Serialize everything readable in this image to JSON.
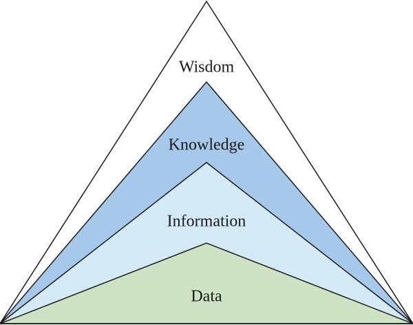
{
  "diagram": {
    "layers": [
      {
        "label": "Wisdom",
        "fill": "#ffffff"
      },
      {
        "label": "Knowledge",
        "fill": "#a6c8ea"
      },
      {
        "label": "Information",
        "fill": "#d4ebf7"
      },
      {
        "label": "Data",
        "fill": "#cde3c3"
      }
    ],
    "stroke": "#1a1a1a"
  }
}
